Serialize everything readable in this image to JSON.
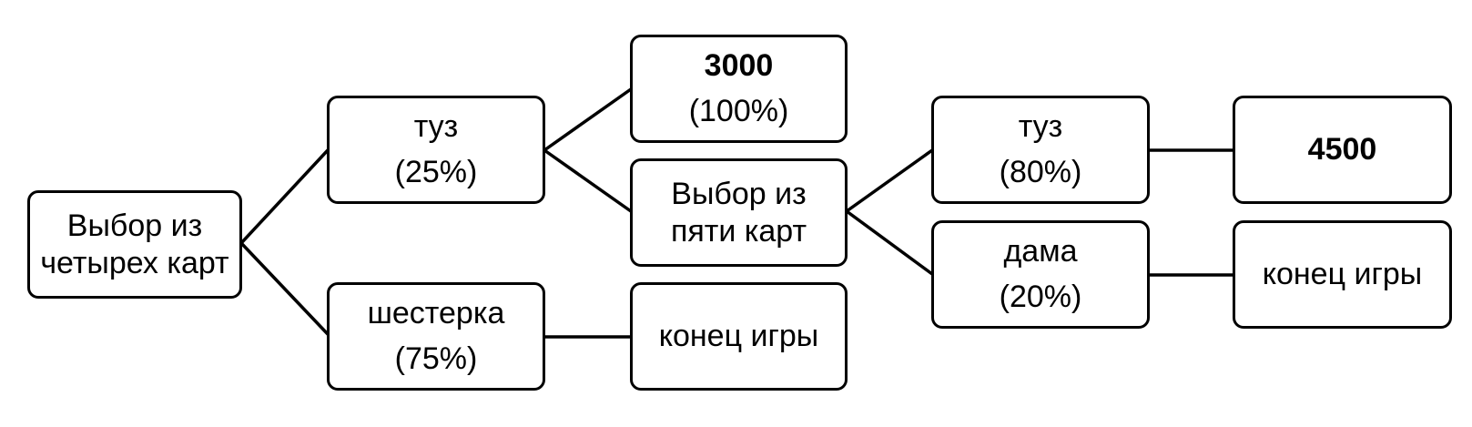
{
  "nodes": {
    "root": {
      "line1": "Выбор из",
      "line2": "четырех карт"
    },
    "ace1": {
      "line1": "туз",
      "line2": "(25%)"
    },
    "six": {
      "line1": "шестерка",
      "line2": "(75%)"
    },
    "prize3000": {
      "line1": "3000",
      "line2": "(100%)"
    },
    "choice5": {
      "line1": "Выбор из",
      "line2": "пяти карт"
    },
    "end1": {
      "line1": "конец игры"
    },
    "ace2": {
      "line1": "туз",
      "line2": "(80%)"
    },
    "queen": {
      "line1": "дама",
      "line2": "(20%)"
    },
    "prize4500": {
      "line1": "4500"
    },
    "end2": {
      "line1": "конец игры"
    }
  }
}
